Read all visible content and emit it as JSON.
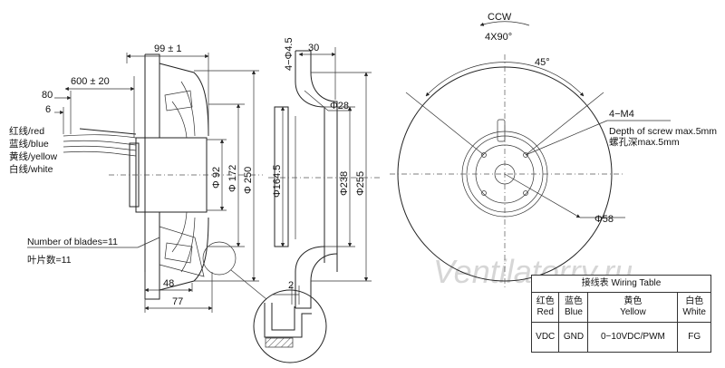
{
  "side_view": {
    "width_total": "99 ± 1",
    "cable_length": "600 ± 20",
    "strip_80": "80",
    "strip_6": "6",
    "wires": [
      "红线/red",
      "蓝线/blue",
      "黄线/yellow",
      "白线/white"
    ],
    "dia_92": "Φ 92",
    "dia_172": "Φ 172",
    "dia_250": "Φ 250",
    "blades_en": "Number of blades=11",
    "blades_cn": "叶片数=11",
    "dim_48": "48",
    "dim_77": "77",
    "detail_2": "2"
  },
  "section_view": {
    "holes": "4−Φ4.5",
    "dim_30": "30",
    "dia_28": "Φ28",
    "dia_164": "Φ164.5",
    "dia_238": "Φ238",
    "dia_255": "Φ255"
  },
  "front_view": {
    "rotation": "CCW",
    "pattern": "4X90°",
    "angle": "45°",
    "screws": "4−M4",
    "screw_depth_en": "Depth of screw max.5mm",
    "screw_depth_cn": "螺孔深max.5mm",
    "dia_58": "Φ58"
  },
  "watermark": "Ventilatorry.ru",
  "wiring_table": {
    "title": "接线表 Wiring Table",
    "columns": [
      {
        "cn": "红色",
        "en": "Red",
        "signal": "VDC"
      },
      {
        "cn": "蓝色",
        "en": "Blue",
        "signal": "GND"
      },
      {
        "cn": "黄色",
        "en": "Yellow",
        "signal": "0−10VDC/PWM"
      },
      {
        "cn": "白色",
        "en": "White",
        "signal": "FG"
      }
    ]
  }
}
